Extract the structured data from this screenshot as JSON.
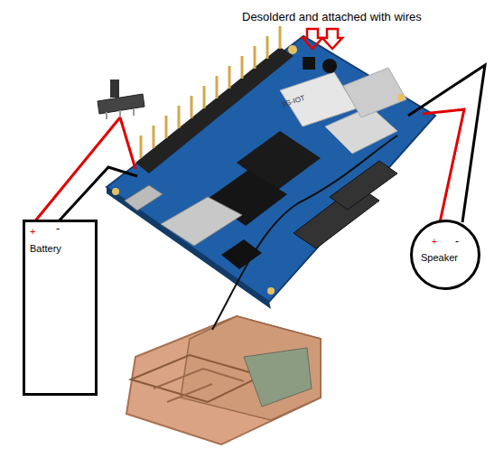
{
  "diagram": {
    "nodes": [
      {
        "text": [
          "+",
          "-",
          "Battery"
        ]
      },
      {
        "text": [
          "+",
          "-",
          "Speaker"
        ]
      }
    ],
    "labels": [
      "Desolderd and attached with wires",
      "3G-IOT"
    ]
  }
}
